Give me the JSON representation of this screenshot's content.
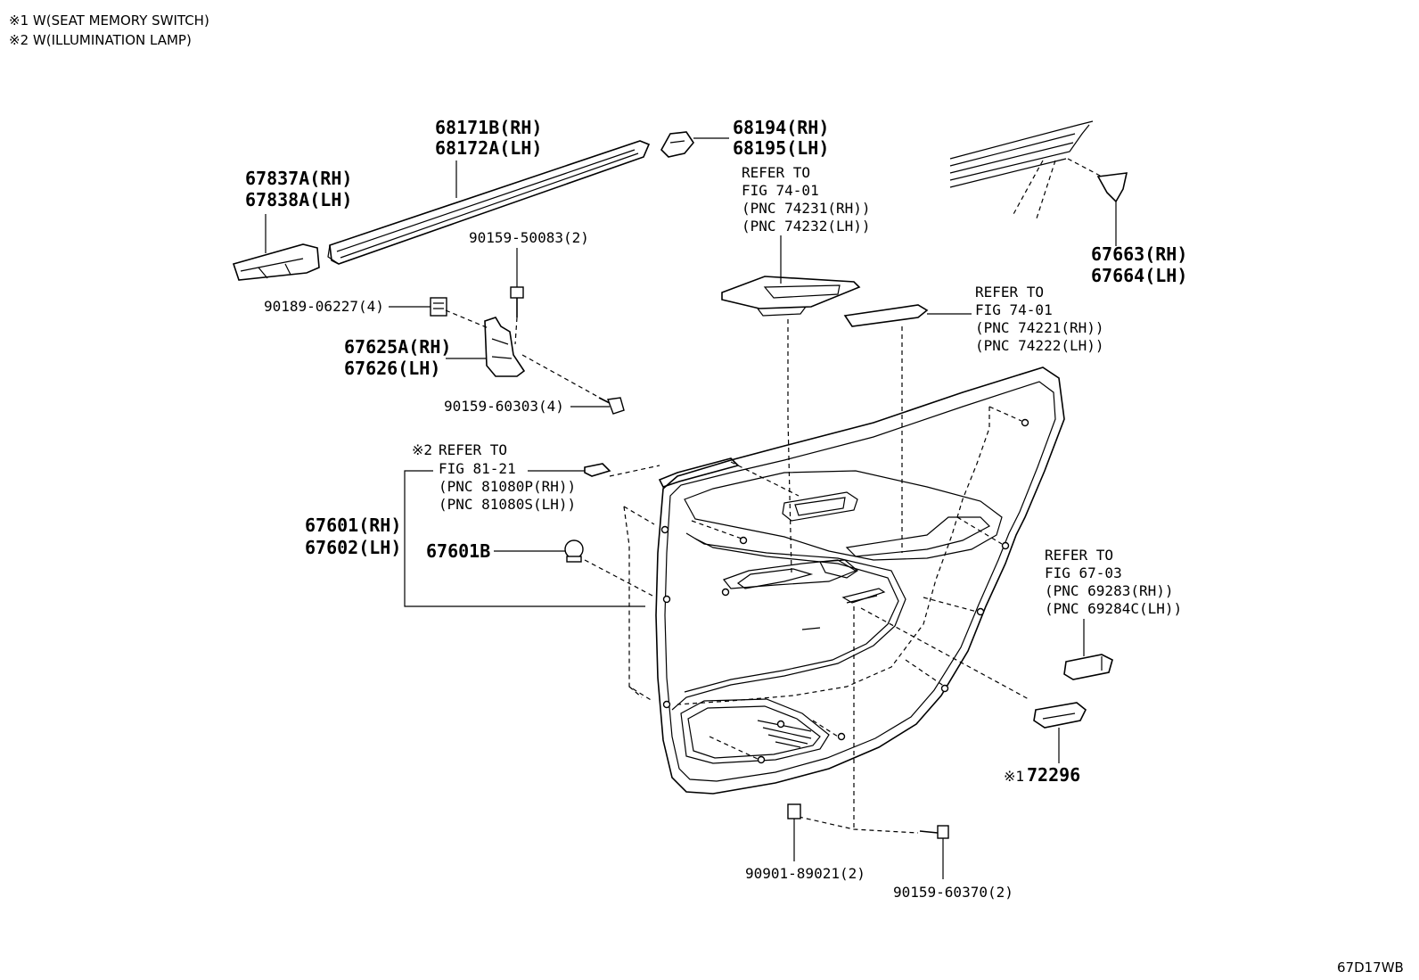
{
  "notes": {
    "note1": "※1 W(SEAT MEMORY SWITCH)",
    "note2": "※2 W(ILLUMINATION LAMP)"
  },
  "labels": {
    "p68171b": "68171B(RH)",
    "p68172a": "68172A(LH)",
    "p68194": "68194(RH)",
    "p68195": "68195(LH)",
    "p67837a": "67837A(RH)",
    "p67838a": "67838A(LH)",
    "b9015950083": "90159-50083(2)",
    "c9018906227": "90189-06227(4)",
    "p67625a": "67625A(RH)",
    "p67626": "67626(LH)",
    "s9015960303": "90159-60303(4)",
    "ref1_a": "REFER TO",
    "ref1_b": "FIG 74-01",
    "ref1_c": "(PNC 74231(RH))",
    "ref1_d": "(PNC 74232(LH))",
    "p67663": "67663(RH)",
    "p67664": "67664(LH)",
    "ref2_a": "REFER TO",
    "ref2_b": "FIG 74-01",
    "ref2_c": "(PNC 74221(RH))",
    "ref2_d": "(PNC 74222(LH))",
    "ref3_mark": "※2",
    "ref3_a": "REFER TO",
    "ref3_b": "FIG 81-21",
    "ref3_c": "(PNC 81080P(RH))",
    "ref3_d": "(PNC 81080S(LH))",
    "p67601": "67601(RH)",
    "p67602": "67602(LH)",
    "p67601b": "67601B",
    "ref4_a": "REFER TO",
    "ref4_b": "FIG 67-03",
    "ref4_c": "(PNC 69283(RH))",
    "ref4_d": "(PNC 69284C(LH))",
    "p72296_mark": "※1",
    "p72296": "72296",
    "c9090189021": "90901-89021(2)",
    "s9015960370": "90159-60370(2)",
    "code": "67D17WB"
  }
}
